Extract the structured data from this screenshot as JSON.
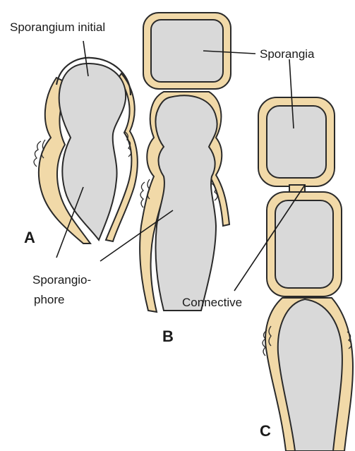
{
  "labels": {
    "sporangium_initial": "Sporangium initial",
    "sporangia": "Sporangia",
    "sporangiophore_line1": "Sporangio-",
    "sporangiophore_line2": "phore",
    "connective": "Connective"
  },
  "panels": {
    "a": "A",
    "b": "B",
    "c": "C"
  },
  "colors": {
    "cytoplasm": "#d9d9d9",
    "wall": "#f1d9a8",
    "outline": "#2a2a2a"
  }
}
